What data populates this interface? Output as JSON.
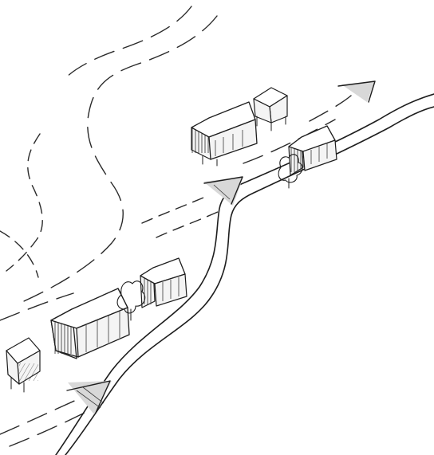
{
  "sketch": {
    "style": "pen sketch",
    "ink_color": "#1e1e1e",
    "background": "#ffffff",
    "elements": {
      "barns": 4,
      "sheds": 2,
      "direction_arrows": 3,
      "trees": 2
    }
  }
}
